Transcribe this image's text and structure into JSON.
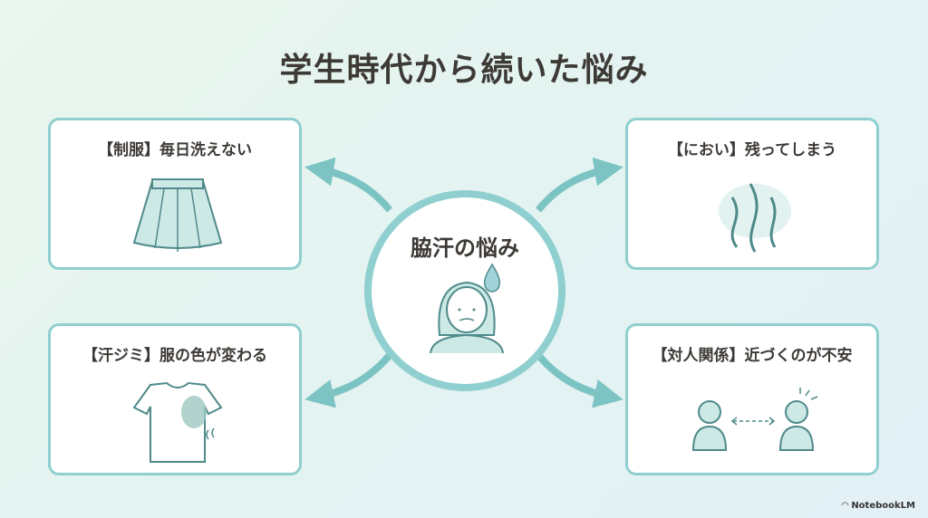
{
  "title": "学生時代から続いた悩み",
  "center": {
    "label": "脇汗の悩み"
  },
  "cards": [
    {
      "label": "【制服】毎日洗えない",
      "icon": "skirt-icon"
    },
    {
      "label": "【におい】残ってしまう",
      "icon": "odor-icon"
    },
    {
      "label": "【汗ジミ】服の色が変わる",
      "icon": "stained-shirt-icon"
    },
    {
      "label": "【対人関係】近づくのが不安",
      "icon": "people-distance-icon"
    }
  ],
  "brand": "NotebookLM",
  "colors": {
    "accent": "#8fcfcf",
    "text": "#3d3a36",
    "fill": "#cde9e6"
  }
}
